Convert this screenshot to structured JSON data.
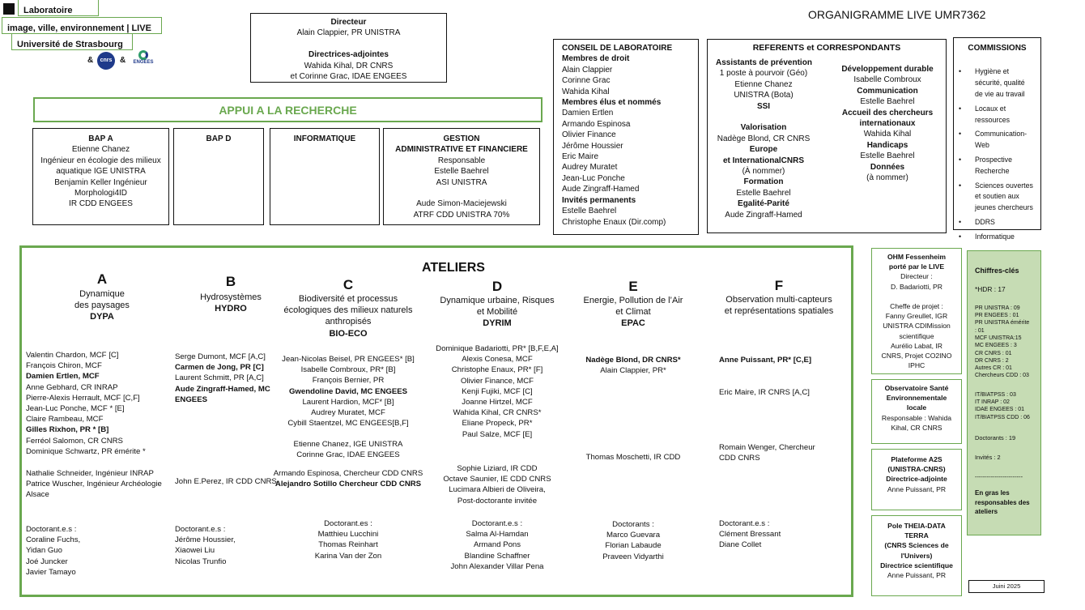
{
  "logo": {
    "line1": "Laboratoire",
    "line2": "image, ville, environnement | LIVE",
    "line3": "Université de Strasbourg",
    "amp": "&",
    "cnrs": "cnrs",
    "engees": "ENGEES",
    "colors": {
      "cnrs": "#1f3a8a",
      "engees": "#2e9c6a"
    }
  },
  "title": "ORGANIGRAMME LIVE UMR7362",
  "direction": {
    "lines": [
      {
        "text": "Directeur",
        "bold": true
      },
      {
        "text": "Alain Clappier, PR UNISTRA",
        "bold": false
      },
      {
        "text": "",
        "bold": false
      },
      {
        "text": "Directrices-adjointes",
        "bold": true
      },
      {
        "text": "Wahida Kihal, DR CNRS",
        "bold": false
      },
      {
        "text": "et Corinne Grac, IDAE ENGEES",
        "bold": false
      }
    ]
  },
  "appui": {
    "title": "APPUI A LA RECHERCHE",
    "color": "#6aa84f"
  },
  "bap_a": {
    "lines": [
      {
        "text": "BAP A",
        "bold": true
      },
      {
        "text": "Etienne Chanez",
        "bold": false
      },
      {
        "text": "Ingénieur en écologie des milieux",
        "bold": false
      },
      {
        "text": "aquatique IGE UNISTRA",
        "bold": false
      },
      {
        "text": "Benjamin Keller Ingénieur",
        "bold": false
      },
      {
        "text": "Morphologi4ID",
        "bold": false
      },
      {
        "text": "IR CDD ENGEES",
        "bold": false
      }
    ]
  },
  "bap_d": {
    "title": "BAP D"
  },
  "informatique": {
    "title": "INFORMATIQUE"
  },
  "gestion": {
    "lines": [
      {
        "text": "GESTION",
        "bold": true
      },
      {
        "text": "ADMINISTRATIVE ET FINANCIERE",
        "bold": true
      },
      {
        "text": "Responsable",
        "bold": false
      },
      {
        "text": "Estelle Baehrel",
        "bold": false
      },
      {
        "text": "ASI UNISTRA",
        "bold": false
      },
      {
        "text": "",
        "bold": false
      },
      {
        "text": "Aude Simon-Maciejewski",
        "bold": false
      },
      {
        "text": "ATRF CDD UNISTRA 70%",
        "bold": false
      }
    ]
  },
  "conseil": {
    "lines": [
      {
        "text": "CONSEIL DE LABORATOIRE",
        "bold": true
      },
      {
        "text": "Membres de droit",
        "bold": true
      },
      {
        "text": "Alain Clappier",
        "bold": false
      },
      {
        "text": "Corinne Grac",
        "bold": false
      },
      {
        "text": "Wahida Kihal",
        "bold": false
      },
      {
        "text": "Membres élus et nommés",
        "bold": true
      },
      {
        "text": "Damien Ertlen",
        "bold": false
      },
      {
        "text": "Armando Espinosa",
        "bold": false
      },
      {
        "text": "Olivier Finance",
        "bold": false
      },
      {
        "text": "Jérôme Houssier",
        "bold": false
      },
      {
        "text": "Eric Maire",
        "bold": false
      },
      {
        "text": "Audrey Muratet",
        "bold": false
      },
      {
        "text": "Jean-Luc Ponche",
        "bold": false
      },
      {
        "text": "Aude Zingraff-Hamed",
        "bold": false
      },
      {
        "text": "Invités permanents",
        "bold": true
      },
      {
        "text": "Estelle Baehrel",
        "bold": false
      },
      {
        "text": "Christophe Enaux (Dir.comp)",
        "bold": false
      }
    ]
  },
  "referents": {
    "title": "REFERENTS et CORRESPONDANTS",
    "left": [
      {
        "text": "Assistants de prévention",
        "bold": true
      },
      {
        "text": "1 poste à pourvoir (Géo)",
        "bold": false
      },
      {
        "text": "Etienne Chanez",
        "bold": false
      },
      {
        "text": "UNISTRA (Bota)",
        "bold": false
      },
      {
        "text": "SSI",
        "bold": true
      },
      {
        "text": "",
        "bold": false
      },
      {
        "text": "Valorisation",
        "bold": true
      },
      {
        "text": "Nadège Blond, CR CNRS",
        "bold": false
      },
      {
        "text": "Europe",
        "bold": true
      },
      {
        "text": "et InternationalCNRS",
        "bold": true
      },
      {
        "text": "(À nommer)",
        "bold": false
      },
      {
        "text": "Formation",
        "bold": true
      },
      {
        "text": "Estelle Baehrel",
        "bold": false
      },
      {
        "text": "Egalité-Parité",
        "bold": true
      },
      {
        "text": "Aude Zingraff-Hamed",
        "bold": false
      }
    ],
    "right": [
      {
        "text": "Développement durable",
        "bold": true
      },
      {
        "text": "Isabelle Combroux",
        "bold": false
      },
      {
        "text": "Communication",
        "bold": true
      },
      {
        "text": "Estelle Baehrel",
        "bold": false
      },
      {
        "text": "Accueil des chercheurs",
        "bold": true
      },
      {
        "text": "internationaux",
        "bold": true
      },
      {
        "text": "Wahida Kihal",
        "bold": false
      },
      {
        "text": "Handicaps",
        "bold": true
      },
      {
        "text": "Estelle Baehrel",
        "bold": false
      },
      {
        "text": "Données",
        "bold": true
      },
      {
        "text": "(à nommer)",
        "bold": false
      }
    ]
  },
  "commissions": {
    "title": "COMMISSIONS",
    "items": [
      [
        "Hygiène et",
        "sécurité, qualité",
        "de vie au travail"
      ],
      [
        "Locaux et",
        "ressources"
      ],
      [
        "Communication-",
        "Web"
      ],
      [
        "Prospective",
        "Recherche"
      ],
      [
        "Sciences ouvertes",
        "et soutien aux",
        "jeunes chercheurs"
      ],
      [
        "DDRS"
      ],
      [
        "Informatique"
      ]
    ]
  },
  "ateliers": {
    "title": "ATELIERS",
    "color": "#6aa84f",
    "columns": [
      {
        "letter": "A",
        "head": [
          {
            "text": "Dynamique",
            "bold": false
          },
          {
            "text": "des paysages",
            "bold": false
          },
          {
            "text": "DYPA",
            "bold": true
          }
        ],
        "groups": [
          [
            {
              "text": "Valentin Chardon, MCF [C]",
              "bold": false
            },
            {
              "text": "François Chiron, MCF",
              "bold": false
            },
            {
              "text": "Damien Ertlen, MCF",
              "bold": true
            },
            {
              "text": "Anne Gebhard, CR INRAP",
              "bold": false
            },
            {
              "text": "Pierre-Alexis Herrault, MCF [C,F]",
              "bold": false
            },
            {
              "text": "Jean-Luc Ponche, MCF * [E]",
              "bold": false
            },
            {
              "text": "Claire Rambeau, MCF",
              "bold": false
            },
            {
              "text": "Gilles Rixhon, PR * [B]",
              "bold": true
            },
            {
              "text": "Ferréol Salomon, CR CNRS",
              "bold": false
            },
            {
              "text": "Dominique Schwartz, PR émérite *",
              "bold": false
            }
          ],
          [
            {
              "text": "Nathalie Schneider, Ingénieur INRAP",
              "bold": false
            },
            {
              "text": "Patrice Wuscher, Ingénieur Archéologie",
              "bold": false
            },
            {
              "text": "Alsace",
              "bold": false
            }
          ],
          [
            {
              "text": "Doctorant.e.s  :",
              "bold": false
            },
            {
              "text": "Coraline Fuchs,",
              "bold": false
            },
            {
              "text": "Yidan Guo",
              "bold": false
            },
            {
              "text": "Joé      Juncker",
              "bold": false
            },
            {
              "text": "Javier Tamayo",
              "bold": false
            }
          ]
        ]
      },
      {
        "letter": "B",
        "head": [
          {
            "text": "Hydrosystèmes",
            "bold": false
          },
          {
            "text": "HYDRO",
            "bold": true
          }
        ],
        "groups": [
          [
            {
              "text": "Serge Dumont, MCF [A,C]",
              "bold": false
            },
            {
              "text": "Carmen de Jong, PR [C]",
              "bold": true
            },
            {
              "text": "Laurent Schmitt, PR [A,C]",
              "bold": false
            },
            {
              "text": "Aude Zingraff-Hamed, MC",
              "bold": true
            },
            {
              "text": "ENGEES",
              "bold": true
            }
          ],
          [
            {
              "text": "John E.Perez, IR CDD  CNRS",
              "bold": false
            }
          ],
          [
            {
              "text": "Doctorant.e.s :",
              "bold": false
            },
            {
              "text": " Jérôme Houssier,",
              "bold": false
            },
            {
              "text": "Xiaowei Liu",
              "bold": false
            },
            {
              "text": "Nicolas Trunfio",
              "bold": false
            }
          ]
        ]
      },
      {
        "letter": "C",
        "head": [
          {
            "text": "Biodiversité et processus",
            "bold": false
          },
          {
            "text": "écologiques des milieux naturels",
            "bold": false
          },
          {
            "text": "anthropisés",
            "bold": false
          },
          {
            "text": "BIO-ECO",
            "bold": true
          }
        ],
        "groups": [
          [
            {
              "text": "Jean-Nicolas Beisel, PR ENGEES* [B]",
              "bold": false
            },
            {
              "text": "Isabelle Combroux, PR* [B]",
              "bold": false
            },
            {
              "text": "François Bernier, PR",
              "bold": false
            },
            {
              "text": "Gwendoline David, MC ENGEES",
              "bold": true
            },
            {
              "text": "Laurent Hardion, MCF* [B]",
              "bold": false
            },
            {
              "text": "Audrey Muratet, MCF",
              "bold": false
            },
            {
              "text": "Cybill Staentzel, MC ENGEES[B,F]",
              "bold": false
            }
          ],
          [
            {
              "text": "Etienne Chanez, IGE UNISTRA",
              "bold": false
            },
            {
              "text": "Corinne Grac, IDAE ENGEES",
              "bold": false
            }
          ],
          [
            {
              "text": "Armando Espinosa, Chercheur CDD CNRS",
              "bold": false
            },
            {
              "text": "Alejandro Sotillo Chercheur CDD CNRS",
              "bold": true
            }
          ],
          [
            {
              "text": "Doctorant.es :",
              "bold": false
            },
            {
              "text": "Matthieu Lucchini",
              "bold": false
            },
            {
              "text": "Thomas Reinhart",
              "bold": false
            },
            {
              "text": "Karina Van der Zon",
              "bold": false
            }
          ]
        ]
      },
      {
        "letter": "D",
        "head": [
          {
            "text": "Dynamique urbaine, Risques",
            "bold": false
          },
          {
            "text": "et Mobilité",
            "bold": false
          },
          {
            "text": "DYRIM",
            "bold": true
          }
        ],
        "groups": [
          [
            {
              "text": "Dominique Badariotti, PR* [B,F,E,A]",
              "bold": false
            },
            {
              "text": "Alexis Conesa, MCF",
              "bold": false
            },
            {
              "text": "Christophe Enaux, PR* [F]",
              "bold": false
            },
            {
              "text": "Olivier Finance, MCF",
              "bold": false
            },
            {
              "text": "Kenji Fujiki, MCF [C]",
              "bold": false
            },
            {
              "text": "Joanne Hirtzel, MCF",
              "bold": false
            },
            {
              "text": "Wahida Kihal, CR CNRS*",
              "bold": false
            },
            {
              "text": "Eliane Propeck, PR*",
              "bold": false
            },
            {
              "text": "Paul Salze, MCF [E]",
              "bold": false
            }
          ],
          [
            {
              "text": "Sophie Liziard, IR CDD",
              "bold": false
            },
            {
              "text": "Octave Saunier, IE CDD CNRS",
              "bold": false
            },
            {
              "text": "Lucimara Albieri de Oliveira,",
              "bold": false
            },
            {
              "text": "Post-doctorante invitée",
              "bold": false
            }
          ],
          [
            {
              "text": "Doctorant.e.s :",
              "bold": false
            },
            {
              "text": "Salma Al-Hamdan",
              "bold": false
            },
            {
              "text": "Armand Pons",
              "bold": false
            },
            {
              "text": "Blandine Schaffner",
              "bold": false
            },
            {
              "text": "John Alexander Villar Pena",
              "bold": false
            }
          ]
        ]
      },
      {
        "letter": "E",
        "head": [
          {
            "text": "Energie, Pollution de l’Air",
            "bold": false
          },
          {
            "text": "et Climat",
            "bold": false
          },
          {
            "text": "EPAC",
            "bold": true
          }
        ],
        "groups": [
          [
            {
              "text": "Nadège Blond, DR CNRS*",
              "bold": true
            },
            {
              "text": "Alain Clappier, PR*",
              "bold": false
            }
          ],
          [
            {
              "text": "Thomas Moschetti, IR CDD",
              "bold": false
            }
          ],
          [
            {
              "text": "Doctorants :",
              "bold": false
            },
            {
              "text": "Marco Guevara",
              "bold": false
            },
            {
              "text": "Florian Labaude",
              "bold": false
            },
            {
              "text": "Praveen Vidyarthi",
              "bold": false
            }
          ]
        ]
      },
      {
        "letter": "F",
        "head": [
          {
            "text": "Observation multi-capteurs",
            "bold": false
          },
          {
            "text": "et représentations spatiales",
            "bold": false
          }
        ],
        "groups": [
          [
            {
              "text": "Anne Puissant, PR* [C,E]",
              "bold": true
            }
          ],
          [
            {
              "text": "Eric Maire, IR CNRS [A,C]",
              "bold": false
            }
          ],
          [
            {
              "text": "Romain Wenger, Chercheur",
              "bold": false
            },
            {
              "text": "CDD CNRS",
              "bold": false
            }
          ],
          [
            {
              "text": "Doctorant.e.s :",
              "bold": false
            },
            {
              "text": "Clément Bressant",
              "bold": false
            },
            {
              "text": "Diane Collet",
              "bold": false
            }
          ]
        ]
      }
    ]
  },
  "ohm": {
    "lines": [
      {
        "text": "OHM Fessenheim",
        "bold": true
      },
      {
        "text": "porté par le LIVE",
        "bold": true
      },
      {
        "text": "Directeur :",
        "bold": false
      },
      {
        "text": "D. Badariotti, PR",
        "bold": false
      },
      {
        "text": "",
        "bold": false
      },
      {
        "text": "Cheffe de projet :",
        "bold": false
      },
      {
        "text": "Fanny Greullet, IGR",
        "bold": false
      },
      {
        "text": "UNISTRA CDIMission",
        "bold": false
      },
      {
        "text": "scientifique",
        "bold": false
      },
      {
        "text": "Aurélio Labat, IR",
        "bold": false
      },
      {
        "text": "CNRS, Projet CO2INO",
        "bold": false
      },
      {
        "text": "IPHC",
        "bold": false
      }
    ]
  },
  "observatoire": {
    "lines": [
      {
        "text": "Observatoire Santé",
        "bold": true
      },
      {
        "text": "Environnementale",
        "bold": true
      },
      {
        "text": "locale",
        "bold": true
      },
      {
        "text": "Responsable : Wahida",
        "bold": false
      },
      {
        "text": "Kihal, CR CNRS",
        "bold": false
      }
    ]
  },
  "plateforme": {
    "lines": [
      {
        "text": "Plateforme A2S",
        "bold": true
      },
      {
        "text": "(UNISTRA-CNRS)",
        "bold": true
      },
      {
        "text": "Directrice-adjointe",
        "bold": true
      },
      {
        "text": "Anne Puissant, PR",
        "bold": false
      }
    ]
  },
  "theia": {
    "lines": [
      {
        "text": "Pole THEIA-DATA",
        "bold": true
      },
      {
        "text": "TERRA",
        "bold": true
      },
      {
        "text": "(CNRS Sciences de",
        "bold": true
      },
      {
        "text": "l'Univers)",
        "bold": true
      },
      {
        "text": "Directrice scientifique",
        "bold": true
      },
      {
        "text": "Anne Puissant, PR",
        "bold": false
      }
    ]
  },
  "chiffres": {
    "title": "Chiffres-clés",
    "hdr": "*HDR : 17",
    "list1": [
      "PR UNISTRA : 09",
      "PR ENGEES : 01",
      "PR UNISTRA émérite",
      ": 01",
      "MCF UNISTRA:15",
      "MC ENGEES : 3",
      "CR CNRS : 01",
      "DR CNRS : 2",
      "Autres CR : 01",
      "Chercheurs CDD : 03"
    ],
    "list2": [
      "IT/BIATPSS : 03",
      "IT INRAP : 02",
      "IDAE ENGEES : 01",
      "IT/BIATPSS CDD : 06"
    ],
    "doctorants": "Doctorants : 19",
    "invites": "Invités : 2",
    "sep": "------------------------",
    "note": [
      "En gras les",
      "responsables des",
      "ateliers"
    ],
    "color": "#c6dcb4"
  },
  "date": "Juini 2025"
}
